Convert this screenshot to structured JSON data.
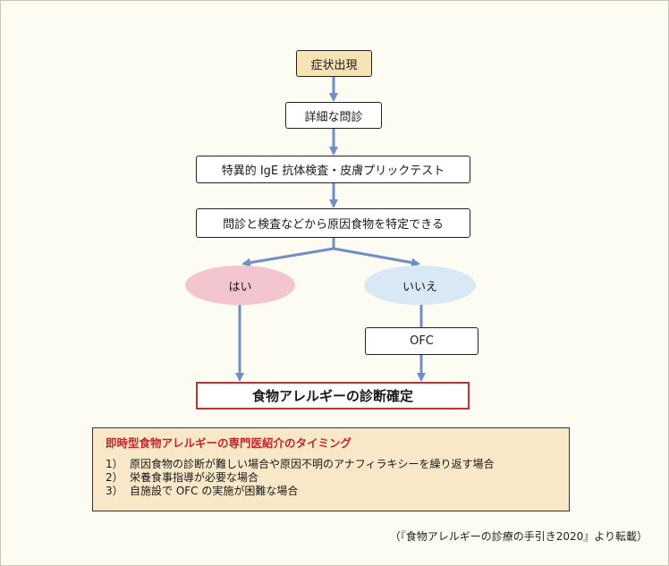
{
  "flowchart": {
    "start": "症状出現",
    "step1": "詳細な問診",
    "step2": "特異的 IgE 抗体検査・皮膚プリックテスト",
    "step3": "問診と検査などから原因食物を特定できる",
    "yes": "はい",
    "no": "いいえ",
    "ofc": "OFC",
    "final": "食物アレルギーの診断確定"
  },
  "colors": {
    "arrow": "#6f8ec6",
    "final_border": "#d6282f",
    "yes_fill": "#f3c5cf",
    "no_fill": "#d8e8f4",
    "start_fill": "#f5e3b5",
    "info_fill": "#f8e8c8",
    "info_title": "#c8262e"
  },
  "referral": {
    "title": "即時型食物アレルギーの専門医紹介のタイミング",
    "items": [
      {
        "num": "1）",
        "text": "原因食物の診断が難しい場合や原因不明のアナフィラキシーを繰り返す場合"
      },
      {
        "num": "2）",
        "text": "栄養食事指導が必要な場合"
      },
      {
        "num": "3）",
        "text": "自施設で OFC の実施が困難な場合"
      }
    ]
  },
  "source": "（『食物アレルギーの診療の手引き2020』より転載）"
}
